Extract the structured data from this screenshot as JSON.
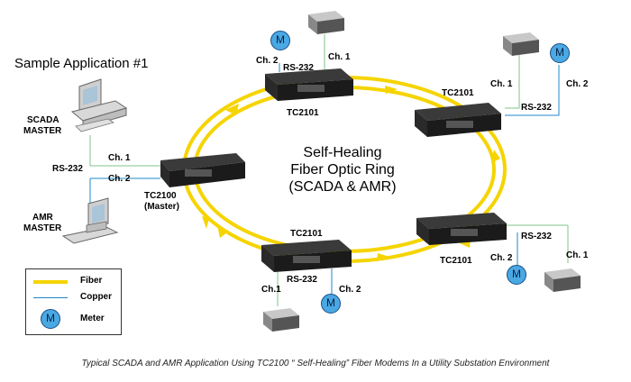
{
  "title": "Sample Application #1",
  "ring_title_line1": "Self-Healing",
  "ring_title_line2": "Fiber Optic Ring",
  "ring_title_line3": "(SCADA & AMR)",
  "caption": "Typical SCADA and AMR Application Using TC2100 “ Self-Healing” Fiber Modems In a Utility Substation Environment",
  "scada_master": [
    "SCADA",
    "MASTER"
  ],
  "amr_master": [
    "AMR",
    "MASTER"
  ],
  "master_modem": {
    "model": "TC2100",
    "role": "(Master)"
  },
  "remote_model": "TC2101",
  "labels": {
    "ch1": "Ch. 1",
    "ch2": "Ch. 2",
    "ch1_short": "Ch.1",
    "rs232": "RS-232"
  },
  "meter_letter": "M",
  "legend": {
    "fiber": "Fiber",
    "copper": "Copper",
    "meter": "Meter"
  },
  "colors": {
    "fiber": "#f5d400",
    "copper": "#1e88c8",
    "meter": "#4aa8e3",
    "copper_green": "#7fc48a"
  }
}
